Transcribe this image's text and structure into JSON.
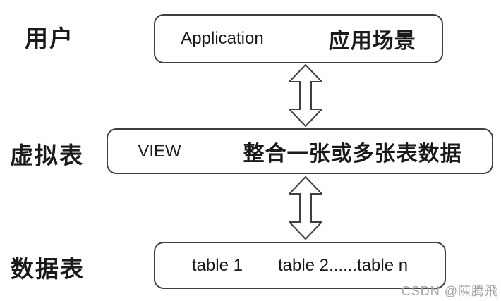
{
  "diagram": {
    "title_implicit": "database view layering diagram",
    "rows": [
      {
        "label": "用户",
        "box": {
          "left_text": "Application",
          "right_text": "应用场景"
        }
      },
      {
        "label": "虚拟表",
        "box": {
          "left_text": "VIEW",
          "right_text": "整合一张或多张表数据"
        }
      },
      {
        "label": "数据表",
        "box": {
          "left_text": "table 1",
          "right_text": "table 2......table n"
        }
      }
    ],
    "arrows": [
      {
        "name": "application-view-link",
        "type": "double-headed-vertical"
      },
      {
        "name": "view-table-link",
        "type": "double-headed-vertical"
      }
    ]
  },
  "watermark": {
    "text": "CSDN @陳腾飛"
  },
  "colors": {
    "background": "#ffffff",
    "box_border": "#3f3f3f",
    "text": "#1a1a1a",
    "watermark": "#a3a3a3"
  }
}
